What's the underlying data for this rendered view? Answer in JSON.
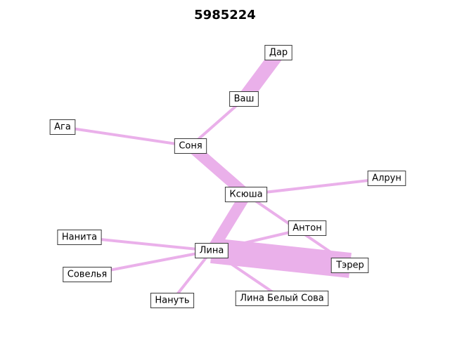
{
  "title": "5985224",
  "colors": {
    "edge": "#eab0ea",
    "node_border": "#3a3a3a",
    "node_fill": "#ffffff"
  },
  "nodes": [
    {
      "id": "dar",
      "label": "Дар"
    },
    {
      "id": "vash",
      "label": "Ваш"
    },
    {
      "id": "aga",
      "label": "Ага"
    },
    {
      "id": "sonya",
      "label": "Соня"
    },
    {
      "id": "ksyusha",
      "label": "Ксюша"
    },
    {
      "id": "alrun",
      "label": "Алрун"
    },
    {
      "id": "nanita",
      "label": "Нанита"
    },
    {
      "id": "anton",
      "label": "Антон"
    },
    {
      "id": "lina",
      "label": "Лина"
    },
    {
      "id": "soveliya",
      "label": "Совелья"
    },
    {
      "id": "terer",
      "label": "Тэрер"
    },
    {
      "id": "nanut",
      "label": "Нануть"
    },
    {
      "id": "lina-bs",
      "label": "Лина Белый Сова"
    }
  ],
  "edges": [
    {
      "source": "vash",
      "target": "dar",
      "weight": 5
    },
    {
      "source": "sonya",
      "target": "vash",
      "weight": 1
    },
    {
      "source": "aga",
      "target": "sonya",
      "weight": 1
    },
    {
      "source": "sonya",
      "target": "ksyusha",
      "weight": 4
    },
    {
      "source": "ksyusha",
      "target": "alrun",
      "weight": 1
    },
    {
      "source": "ksyusha",
      "target": "lina",
      "weight": 4
    },
    {
      "source": "ksyusha",
      "target": "terer",
      "weight": 1
    },
    {
      "source": "nanita",
      "target": "lina",
      "weight": 1
    },
    {
      "source": "lina",
      "target": "anton",
      "weight": 1
    },
    {
      "source": "lina",
      "target": "terer",
      "weight": 9
    },
    {
      "source": "soveliya",
      "target": "lina",
      "weight": 1
    },
    {
      "source": "nanut",
      "target": "lina",
      "weight": 1
    },
    {
      "source": "lina",
      "target": "lina-bs",
      "weight": 1
    }
  ]
}
